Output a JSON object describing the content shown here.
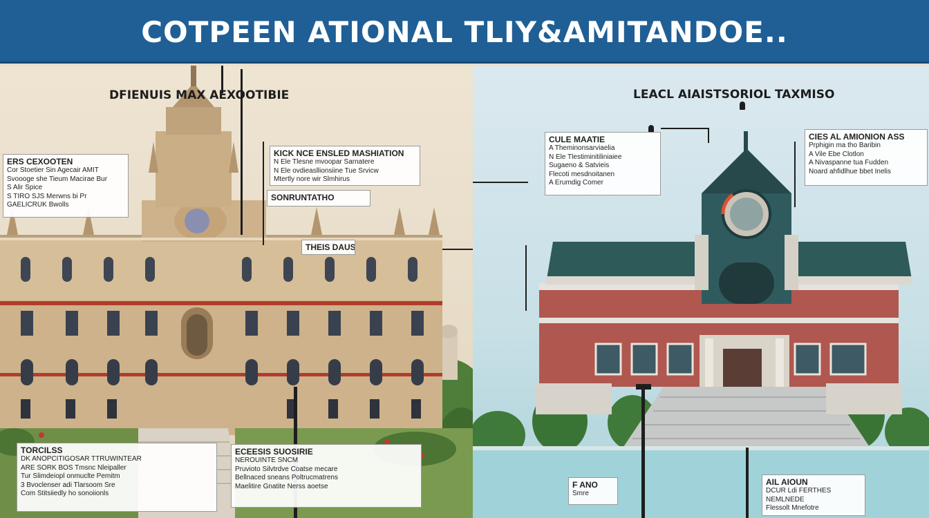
{
  "header": {
    "title": "COTPEEN ATIONAL TLIY&AMITANDOE.."
  },
  "left_panel": {
    "heading": "DFIENUIS MAX AEXOOTIBIE",
    "callouts": [
      {
        "title": "ERS CEXOOTEN",
        "lines": [
          "Cor Stoetier Sin Agecair AMIT",
          "Svoooge she Tieum Macirae Bur",
          "S Alir Spice",
          "S TIRO SJS Merwns bi Pr",
          "GAELICRUK Bwolls"
        ]
      },
      {
        "title": "KICK NCE ENSLED MASHIATION",
        "lines": [
          "N Ele Tlesne mvoopar Sarnatere",
          "N Ele ovdieasllionsiine Tue Srvicw",
          "Mtertly nore wir Slmhirus"
        ]
      },
      {
        "title": "SONRUNTATHO",
        "lines": []
      },
      {
        "title": "THEIS DAUS",
        "lines": []
      },
      {
        "title": "TORCILSS",
        "lines": [
          "DK ANOPCITIGOSAR TTRUWINTEAR",
          "ARE SORK BOS Tmsnc Nleipaller",
          "Tur Slimdeiopl onmuclte Pemitm",
          "3 Bvoclenser adi Tlarsoom Sre",
          "Com Stitsiiedly ho sonoiionls"
        ]
      },
      {
        "title": "ECEESIS SUOSIRIE",
        "lines": [
          "NEROUINTE SNCM",
          "Pruvioto Silvtrdve Coatse mecare",
          "Bellnaced sneans Poltrucmatrens",
          "Maelitire Gnatite Nerss aoetse"
        ]
      }
    ]
  },
  "right_panel": {
    "heading": "LEACL AIAISTSORIOL TAXMISO",
    "callouts": [
      {
        "title": "CULE MAATIE",
        "lines": [
          "A Theminonsarviaelia",
          "N Ele Tlestiminitiliniaiee",
          "Sugaeno & Satvieis",
          "Flecoti mesdnoitanen",
          "A Erumdig Comer"
        ]
      },
      {
        "title": "CIES AL AMIONION ASS",
        "lines": [
          "Prphigin ma tho Baribin",
          "A Vile Ebe Clotlon",
          "A Nivaspanne tua Fudden",
          "Noard ahfidlhue bbet Inelis"
        ]
      },
      {
        "title": "F ANO",
        "lines": [
          "Smre"
        ]
      },
      {
        "title": "AIL AIOUN",
        "lines": [
          "DCUR Ldi FERTHES",
          "NEMLNEDE",
          "Flessolt Mnefotre"
        ]
      }
    ]
  },
  "colors": {
    "header_bg": "#1f5f95",
    "left_bg": "#e9dfcf",
    "right_bg": "#c7dfe6",
    "facade_left": "#c9ae86",
    "roof_right": "#2e5a5a",
    "wall_right": "#b0574f"
  }
}
